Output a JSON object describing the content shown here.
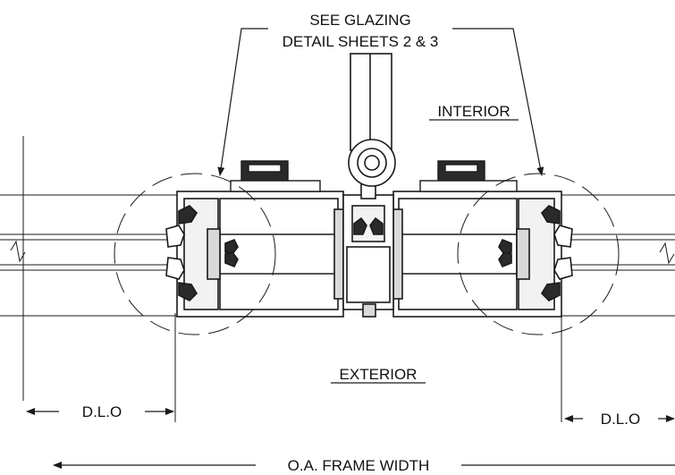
{
  "callout": {
    "line1": "SEE GLAZING",
    "line2": "DETAIL SHEETS 2 & 3"
  },
  "labels": {
    "interior": "INTERIOR",
    "exterior": "EXTERIOR",
    "dlo_left": "D.L.O",
    "dlo_right": "D.L.O",
    "overall": "O.A. FRAME WIDTH"
  },
  "colors": {
    "line": "#1a1a1a",
    "fill_light": "#f2f2f2",
    "fill_mid": "#d9d9d9",
    "fill_dark": "#2a2a2a"
  }
}
